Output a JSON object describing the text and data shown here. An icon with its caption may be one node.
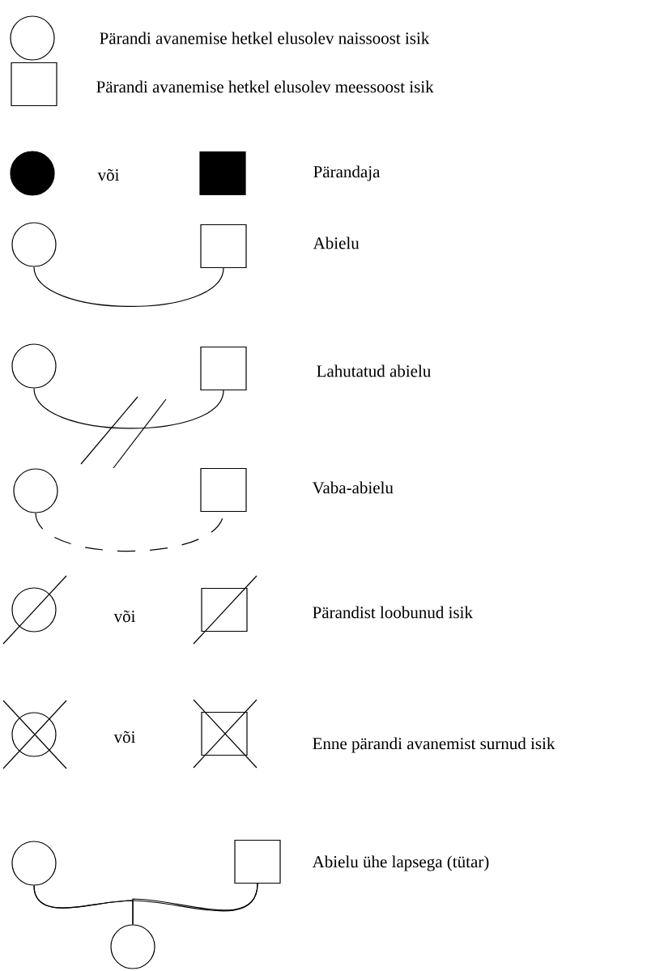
{
  "diagram": {
    "nodes": [
      {
        "text": [],
        "shape": "circle"
      },
      {
        "text": [],
        "shape": "box"
      },
      {
        "text": [],
        "shape": "circle"
      },
      {
        "text": [],
        "shape": "box"
      },
      {
        "text": [],
        "shape": "circle"
      },
      {
        "text": [],
        "shape": "box"
      },
      {
        "text": [],
        "shape": "circle"
      },
      {
        "text": [],
        "shape": "box"
      },
      {
        "text": [],
        "shape": "circle"
      },
      {
        "text": [],
        "shape": "box"
      },
      {
        "text": [],
        "shape": "circle"
      },
      {
        "text": [],
        "shape": "box"
      },
      {
        "text": [],
        "shape": "circle"
      },
      {
        "text": [],
        "shape": "box"
      },
      {
        "text": [],
        "shape": "circle"
      },
      {
        "text": [],
        "shape": "box"
      },
      {
        "text": [],
        "shape": "circle"
      }
    ],
    "edges": [
      {
        "from": 4,
        "to": 5,
        "arrow": "none"
      },
      {
        "from": 6,
        "to": 7,
        "arrow": "none"
      },
      {
        "from": 8,
        "to": 9,
        "arrow": "none",
        "style": "dashed"
      },
      {
        "from": 14,
        "to": 15,
        "arrow": "none"
      },
      {
        "from": 14,
        "to": 16,
        "arrow": "none"
      },
      {
        "from": 15,
        "to": 16,
        "arrow": "none"
      }
    ],
    "labels": [
      "Pärandi avanemise hetkel elusolev naissoost isik",
      "Pärandi avanemise hetkel elusolev meessoost isik",
      "või",
      "Pärandaja",
      "Abielu",
      "Lahutatud abielu",
      "Vaba-abielu",
      "või",
      "Pärandist loobunud isik",
      "või",
      "Enne pärandi avanemist surnud isik",
      "Abielu ühe lapsega (tütar)"
    ]
  }
}
